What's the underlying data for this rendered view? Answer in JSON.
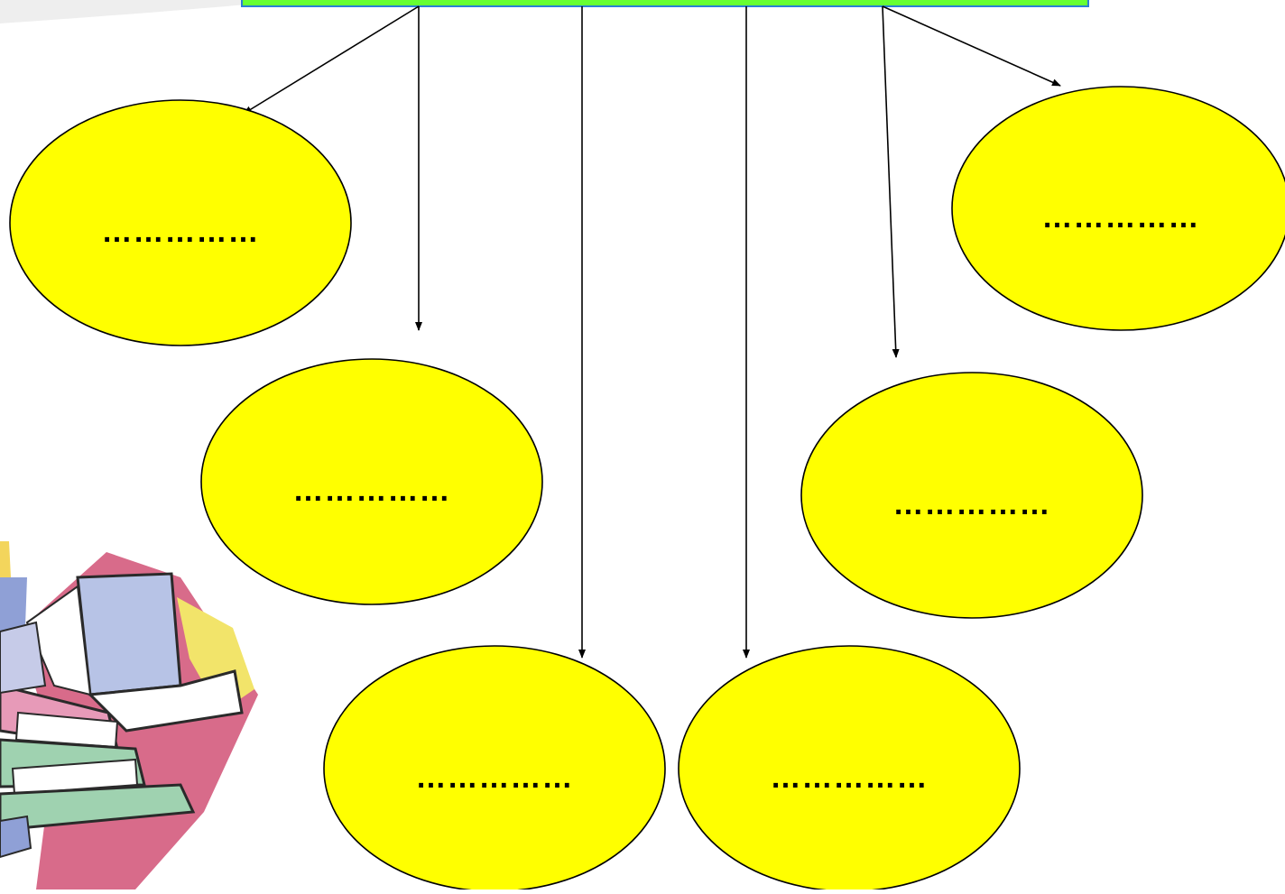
{
  "diagram": {
    "colors": {
      "header_fill": "#66ff33",
      "header_stroke": "#2a7fd4",
      "node_fill": "#ffff00",
      "node_stroke": "#000000",
      "arrow_color": "#000000"
    },
    "header": {
      "label": ""
    },
    "nodes": [
      {
        "id": "n1",
        "label": "……………"
      },
      {
        "id": "n2",
        "label": "……………"
      },
      {
        "id": "n3",
        "label": "……………"
      },
      {
        "id": "n4",
        "label": "……………"
      },
      {
        "id": "n5",
        "label": "……………"
      },
      {
        "id": "n6",
        "label": "……………"
      }
    ],
    "illustration": {
      "icon": "book-stack-icon"
    }
  }
}
